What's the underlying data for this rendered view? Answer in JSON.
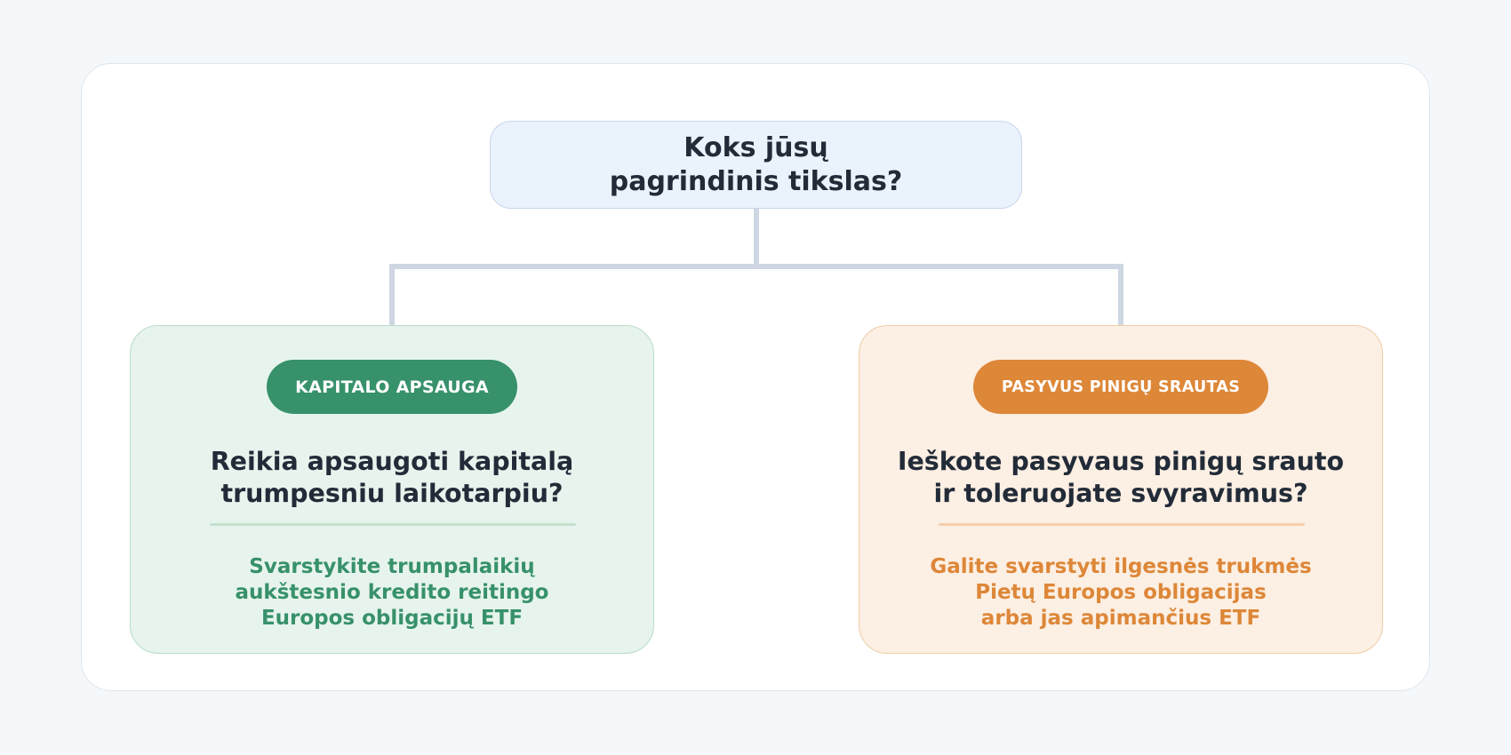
{
  "colors": {
    "background": "#f4f8fb",
    "connector": "#cdd6e2",
    "root_fill": "#eaf2fc",
    "green_accent": "#37916a",
    "green_fill": "#e7f4ed",
    "orange_accent": "#dd8738",
    "orange_fill": "#fcefe3",
    "text_dark": "#222b38"
  },
  "root": {
    "lines": [
      "Koks jūsų",
      "pagrindinis tikslas?"
    ]
  },
  "options": [
    {
      "badge": "KAPITALO APSAUGA",
      "question_lines": [
        "Reikia apsaugoti kapitalą",
        "trumpesniu laikotarpiu?"
      ],
      "advice_lines": [
        "Svarstykite trumpalaikių",
        "aukštesnio kredito reitingo",
        "Europos obligacijų ETF"
      ]
    },
    {
      "badge": "PASYVUS PINIGŲ SRAUTAS",
      "question_lines": [
        "Ieškote pasyvaus pinigų srauto",
        "ir toleruojate svyravimus?"
      ],
      "advice_lines": [
        "Galite svarstyti ilgesnės trukmės",
        "Pietų Europos obligacijas",
        "arba jas apimančius ETF"
      ]
    }
  ]
}
